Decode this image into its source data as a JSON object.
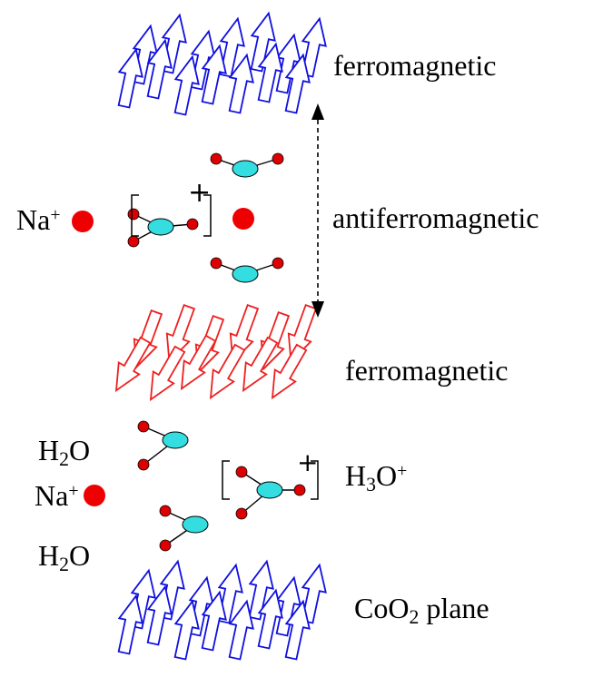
{
  "labels": {
    "ferro_top": "ferromagnetic",
    "antiferro": "antiferromagnetic",
    "ferro_mid": "ferromagnetic",
    "coo2_prefix": "CoO",
    "coo2_sub": "2",
    "coo2_suffix": " plane",
    "na_upper": "Na",
    "na_upper_charge": "+",
    "na_lower": "Na",
    "na_lower_charge": "+",
    "h2o_upper_h": "H",
    "h2o_upper_sub": "2",
    "h2o_upper_o": "O",
    "h2o_lower_h": "H",
    "h2o_lower_sub": "2",
    "h2o_lower_o": "O",
    "h3o_h": "H",
    "h3o_sub": "3",
    "h3o_o": "O",
    "h3o_charge": "+",
    "bracket_charge_upper": "+",
    "bracket_charge_lower": "+"
  },
  "colors": {
    "spin_up": "#1010e0",
    "spin_down": "#ee2020",
    "oxygen": "#dd0000",
    "center_atom": "#33dde0",
    "sodium": "#ee0000",
    "arrow": "#000000"
  },
  "icons": {
    "spin_up": "hollow-arrow-up-icon",
    "spin_down": "hollow-arrow-down-icon",
    "ion": "ball-and-stick-molecule-icon"
  }
}
